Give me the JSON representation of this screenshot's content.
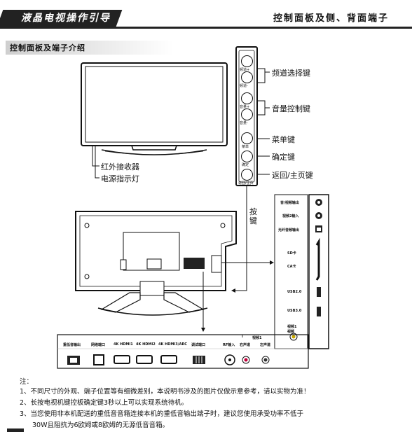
{
  "header": {
    "title": "液晶电视操作引导",
    "right_title": "控制面板及侧、背面端子"
  },
  "section_title": "控制面板及端子介绍",
  "tv_labels": {
    "ir_receiver": "红外接收器",
    "power_indicator": "电源指示灯"
  },
  "control_panel": {
    "buttons": [
      "频道+",
      "频道-",
      "音量+",
      "音量-",
      "菜单",
      "确定",
      "返回/主页"
    ],
    "callouts": {
      "channel": "频道选择键",
      "volume": "音量控制键",
      "menu": "菜单键",
      "ok": "确定键",
      "back": "返回/主页键"
    },
    "key_label": "按键"
  },
  "side_ports": [
    "音/视频输出",
    "视频2输入",
    "光纤音频输出",
    "SD卡",
    "CA卡",
    "USB2.0",
    "USB3.0",
    "视频1",
    "视频"
  ],
  "bottom_ports": [
    "重低音输出",
    "网络端口",
    "4K HDMI1",
    "4K HDMI2",
    "4K HDMI3/ARC",
    "调试端口",
    "RF输入",
    "右声道",
    "左声道"
  ],
  "bottom_av_label": "视频1",
  "notes": {
    "heading": "注：",
    "items": [
      "1、不同尺寸的外观、端子位置等有细微差别，本说明书涉及的图片仅做示意参考，请以实物为准！",
      "2、长按电视机键控板确定键3秒以上可以实现系统待机。",
      "3、当您使用非本机配送的重低音音箱连接本机的重低音输出端子时，建议您使用承受功率不低于",
      "30W且阻抗为6欧姆或8欧姆的无源低音音箱。"
    ]
  }
}
